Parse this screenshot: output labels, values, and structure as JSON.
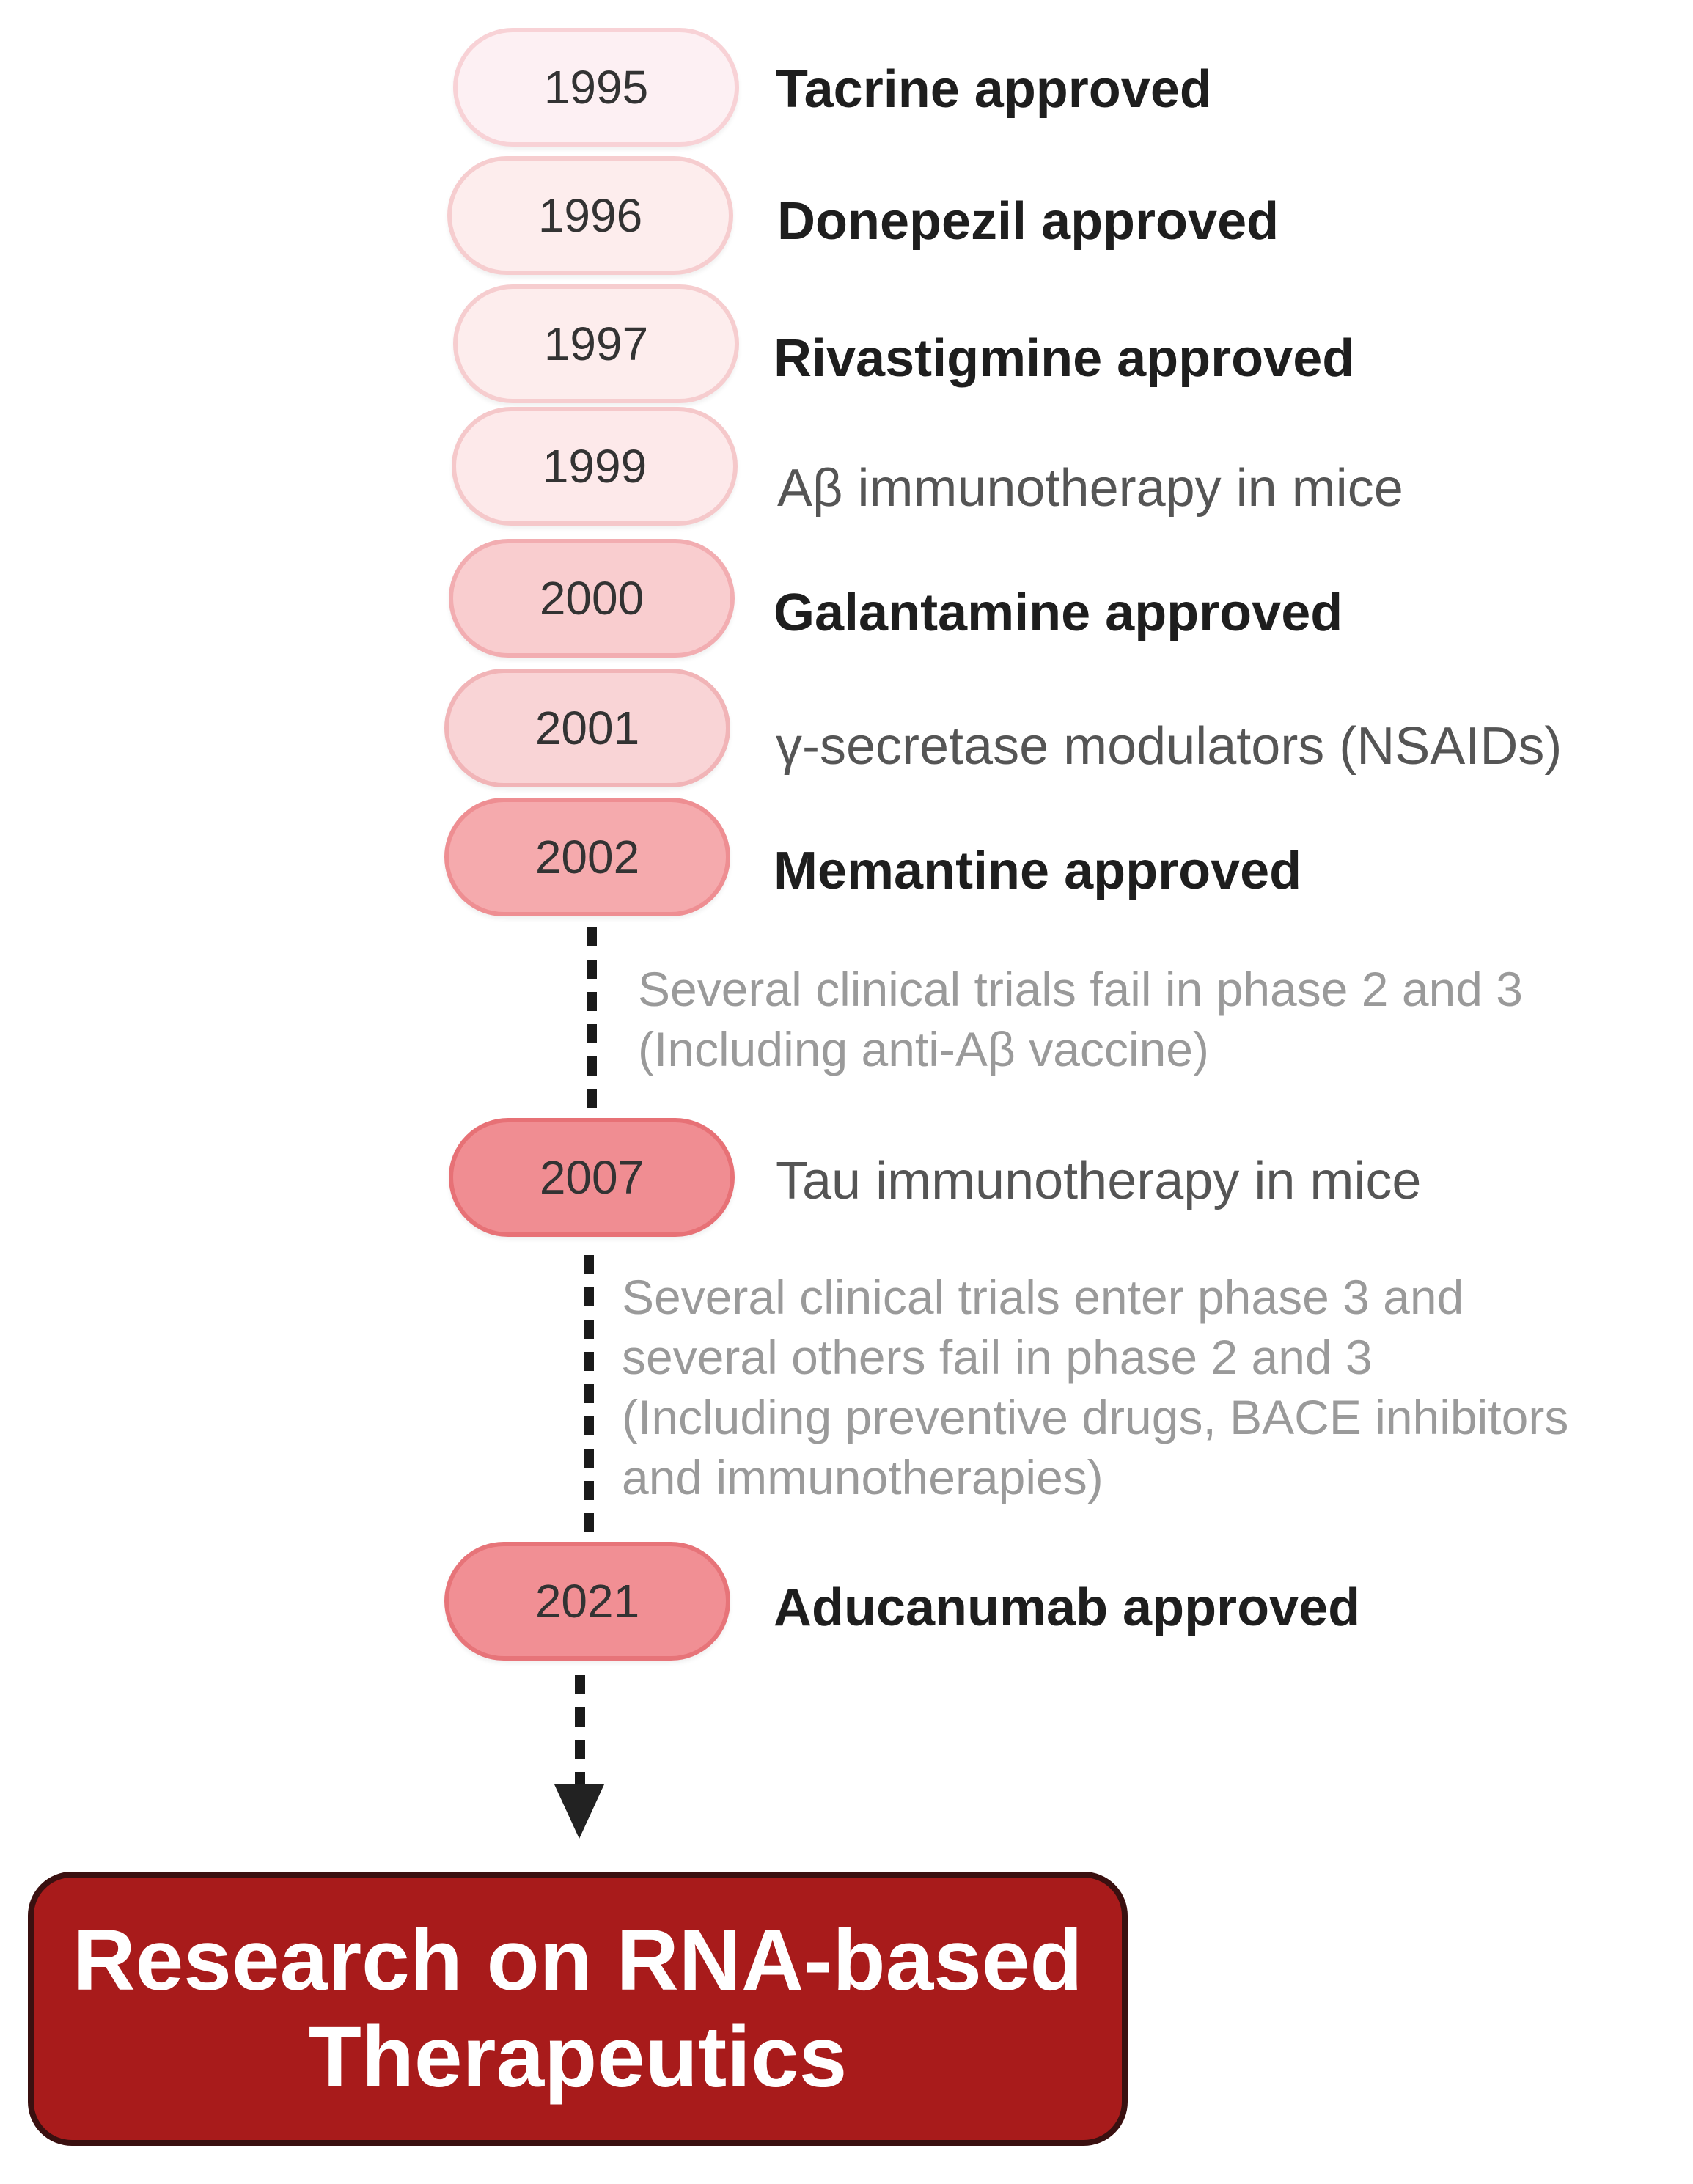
{
  "timeline": [
    {
      "year": "1995",
      "event": "Tacrine approved",
      "bold": true,
      "fill": "#fdf0f3",
      "border": "#f8d2d6"
    },
    {
      "year": "1996",
      "event": "Donepezil approved",
      "bold": true,
      "fill": "#fdeded",
      "border": "#f6cdcf"
    },
    {
      "year": "1997",
      "event": "Rivastigmine approved",
      "bold": true,
      "fill": "#fdeded",
      "border": "#f6cdcf"
    },
    {
      "year": "1999",
      "event": "Aβ immunotherapy in mice",
      "bold": false,
      "fill": "#fde9ea",
      "border": "#f5c8ca"
    },
    {
      "year": "2000",
      "event": "Galantamine approved",
      "bold": true,
      "fill": "#f9cdcf",
      "border": "#f2adb1"
    },
    {
      "year": "2001",
      "event": "γ-secretase modulators (NSAIDs)",
      "bold": false,
      "fill": "#f9d4d6",
      "border": "#f1b4b7"
    },
    {
      "year": "2002",
      "event": "Memantine approved",
      "bold": true,
      "fill": "#f5aaad",
      "border": "#ee8e92"
    },
    {
      "year": "2007",
      "event": "Tau immunotherapy in mice",
      "bold": false,
      "fill": "#f08d92",
      "border": "#e77176"
    },
    {
      "year": "2021",
      "event": "Aducanumab approved",
      "bold": true,
      "fill": "#f18f94",
      "border": "#e77479"
    }
  ],
  "notes": [
    {
      "lines": [
        "Several clinical trials fail in phase 2 and 3",
        "(Including anti-Aβ vaccine)"
      ]
    },
    {
      "lines": [
        "Several clinical trials enter phase 3 and",
        "several others fail in phase 2 and 3",
        "(Including preventive drugs, BACE inhibitors",
        "and immunotherapies)"
      ]
    }
  ],
  "outcome": {
    "line1": "Research on RNA-based",
    "line2": "Therapeutics",
    "fill": "#a81b1b"
  }
}
